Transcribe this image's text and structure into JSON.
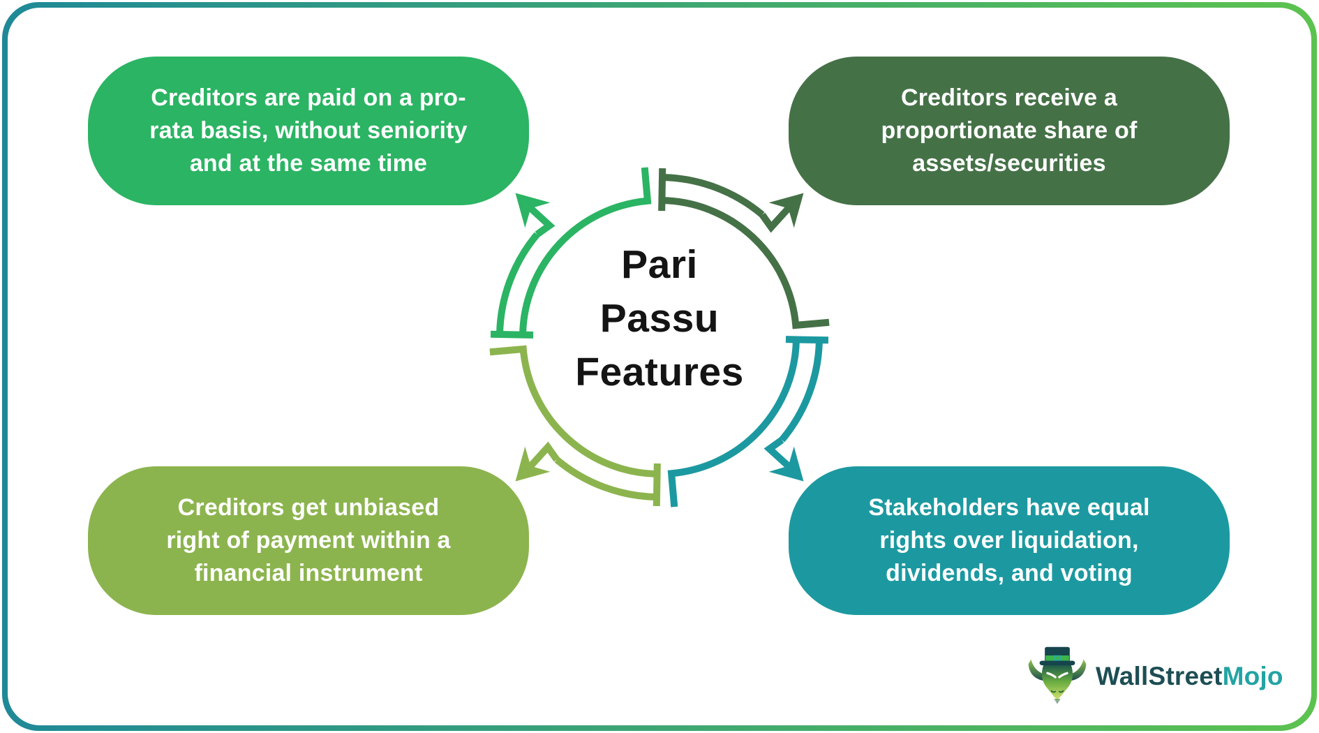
{
  "frame": {
    "gradient_left": "#1F8997",
    "gradient_right": "#5CC24F",
    "background": "#FFFFFF"
  },
  "title": {
    "lines": [
      "Pari",
      "Passu",
      "Features"
    ],
    "color": "#141414"
  },
  "styles": {
    "node_text_color": "#FFFFFF"
  },
  "nodes": {
    "top_left": {
      "lines": [
        "Creditors are paid on a pro-",
        "rata basis, without seniority",
        "and at the same time"
      ],
      "color": "#2BB463"
    },
    "top_right": {
      "lines": [
        "Creditors receive a",
        "proportionate share of",
        "assets/securities"
      ],
      "color": "#457147"
    },
    "bottom_left": {
      "lines": [
        "Creditors get unbiased",
        "right of payment within a",
        "financial instrument"
      ],
      "color": "#8CB44E"
    },
    "bottom_right": {
      "lines": [
        "Stakeholders have equal",
        "rights over liquidation,",
        "dividends, and voting"
      ],
      "color": "#1C99A0"
    }
  },
  "arrows": {
    "top_left": {
      "color": "#2BB463",
      "points_to": "top-left node"
    },
    "top_right": {
      "color": "#457147",
      "points_to": "top-right node"
    },
    "bottom_right": {
      "color": "#1C99A0",
      "points_to": "bottom-right node"
    },
    "bottom_left": {
      "color": "#8CB44E",
      "points_to": "bottom-left node"
    }
  },
  "branding": {
    "logo_icon": "bull-wearing-top-hat",
    "name_part1": "WallStreet",
    "name_part2": "Mojo",
    "part1_color": "#1D4E54",
    "part2_color": "#23A3A3",
    "bull": {
      "hat_color": "#16454D",
      "band_color": "#3CB54B",
      "buckle_color": "#2BAAA0",
      "face_top": "#17504B",
      "face_mid": "#69AC40",
      "face_bottom": "#D3E272",
      "horn_dark": "#1A4B50",
      "horn_light": "#8FC24D",
      "detail_color": "#2F6B35"
    }
  }
}
